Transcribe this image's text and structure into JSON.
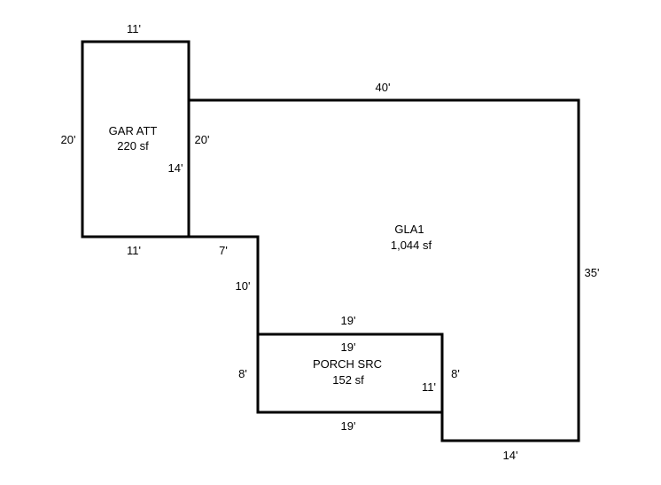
{
  "areas": {
    "garage": {
      "name": "GAR ATT",
      "area": "220 sf"
    },
    "gla": {
      "name": "GLA1",
      "area": "1,044 sf"
    },
    "porch": {
      "name": "PORCH SRC",
      "area": "152 sf"
    }
  },
  "dimensions": {
    "garage_top": "11'",
    "garage_left": "20'",
    "garage_right": "20'",
    "garage_inner": "14'",
    "garage_bottom": "11'",
    "gla_top": "40'",
    "gla_right": "35'",
    "gla_bottom": "14'",
    "gla_step_top": "7'",
    "gla_step_left": "10'",
    "gla_porch_top": "19'",
    "gla_porch_right": "11'",
    "porch_top": "19'",
    "porch_left": "8'",
    "porch_right": "8'",
    "porch_bottom": "19'"
  },
  "colors": {
    "line": "#000000",
    "background": "#ffffff"
  }
}
